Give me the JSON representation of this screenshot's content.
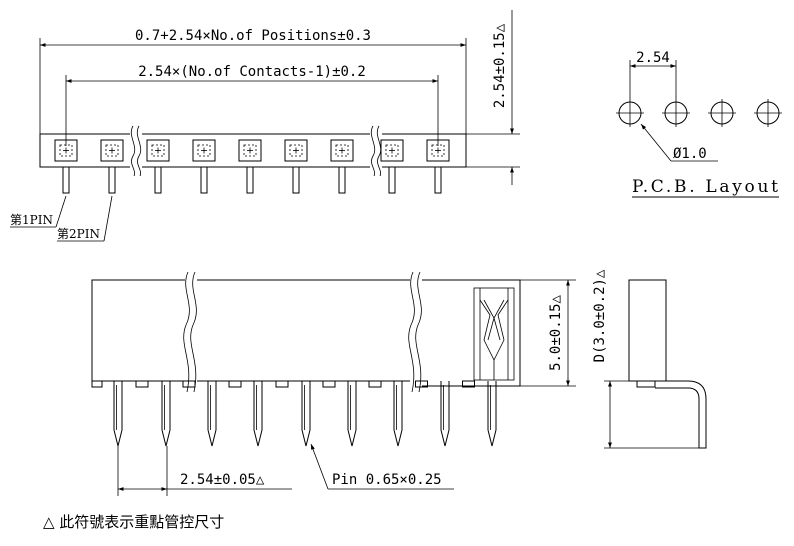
{
  "top_view": {
    "overall_length_label": "0.7+2.54×No.of Positions±0.3",
    "contacts_span_label": "2.54×(No.of Contacts-1)±0.2",
    "height_label": "2.54±0.15△",
    "pin1_label": "第1PIN",
    "pin2_label": "第2PIN"
  },
  "pcb_layout": {
    "pitch_label": "2.54",
    "hole_label": "Ø1.0",
    "title": "P.C.B. Layout"
  },
  "front_view": {
    "pitch_label": "2.54±0.05△",
    "pin_label": "Pin 0.65×0.25",
    "height_label": "5.0±0.15△"
  },
  "side_view": {
    "depth_label": "D(3.0±0.2)△"
  },
  "footnote": "△ 此符號表示重點管控尺寸"
}
